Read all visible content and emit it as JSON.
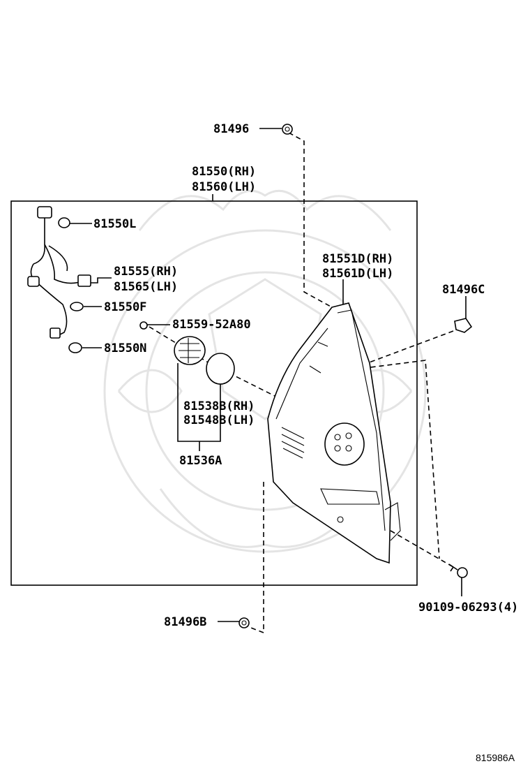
{
  "labels": {
    "clip_top": "81496",
    "lamp_assy_rh": "81550(RH)",
    "lamp_assy_lh": "81560(LH)",
    "bulb_l": "81550L",
    "socket_wire_rh": "81555(RH)",
    "socket_wire_lh": "81565(LH)",
    "bulb_f": "81550F",
    "screw_small": "81559-52A80",
    "bulb_n": "81550N",
    "lens_body_rh": "81551D(RH)",
    "lens_body_lh": "81561D(LH)",
    "clip_c": "81496C",
    "gasket_rh": "81538B(RH)",
    "gasket_lh": "81548B(LH)",
    "socket_a": "81536A",
    "screw_count": "90109-06293(4)",
    "clip_b": "81496B",
    "diagram_code": "815986A"
  }
}
